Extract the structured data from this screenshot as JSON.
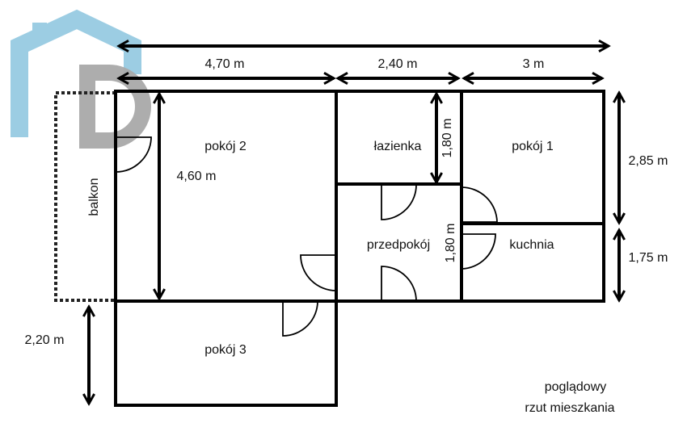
{
  "logo": {
    "letter": "D",
    "house_color": "#9ccde3",
    "letter_color": "#a9a9a9"
  },
  "rooms": {
    "pokoj2": "pokój 2",
    "lazienka": "łazienka",
    "pokoj1": "pokój 1",
    "przedpokoj": "przedpokój",
    "kuchnia": "kuchnia",
    "pokoj3": "pokój 3",
    "balkon": "balkon"
  },
  "dimensions": {
    "pokoj2_width": "4,70 m",
    "lazienka_width": "2,40 m",
    "pokoj1_width": "3 m",
    "pokoj2_height": "4,60 m",
    "lazienka_height": "1,80 m",
    "przedpokoj_height": "1,80 m",
    "pokoj1_height": "2,85 m",
    "kuchnia_height": "1,75 m",
    "pokoj3_height": "2,20 m"
  },
  "note": {
    "line1": "poglądowy",
    "line2": "rzut mieszkania"
  }
}
